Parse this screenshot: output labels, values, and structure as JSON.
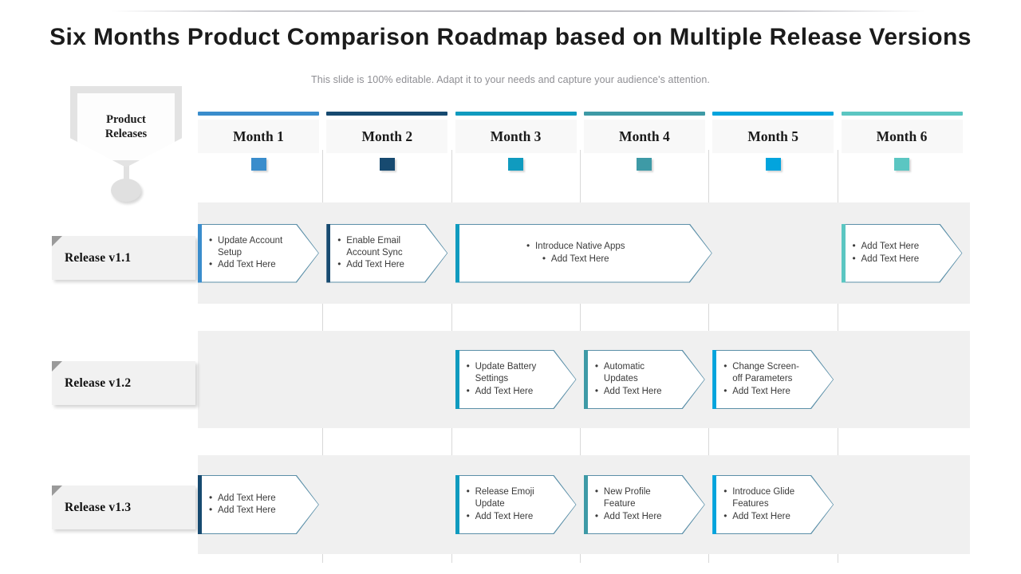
{
  "header": {
    "title": "Six Months Product Comparison Roadmap based on Multiple Release Versions",
    "subtitle": "This slide is 100% editable. Adapt it to your needs and capture your audience's attention."
  },
  "badge": {
    "line1": "Product",
    "line2": "Releases"
  },
  "colors": {
    "month1": "#3a8dcc",
    "month2": "#174a70",
    "month3": "#109bbf",
    "month4": "#3e9aa6",
    "month5": "#02a4dd",
    "month6": "#5bc6c2",
    "band": "#f0f0f0",
    "label_box": "#f1f1f1",
    "outline": "#5b8fa8"
  },
  "months": [
    {
      "label": "Month 1",
      "color": "#3a8dcc"
    },
    {
      "label": "Month 2",
      "color": "#174a70"
    },
    {
      "label": "Month 3",
      "color": "#109bbf"
    },
    {
      "label": "Month 4",
      "color": "#3e9aa6"
    },
    {
      "label": "Month 5",
      "color": "#02a4dd"
    },
    {
      "label": "Month 6",
      "color": "#5bc6c2"
    }
  ],
  "rows": [
    {
      "label": "Release v1.1",
      "items": [
        {
          "month": 1,
          "span": 1,
          "color": "#3a8dcc",
          "align": "left",
          "bullets": [
            "Update Account Setup",
            "Add Text Here"
          ]
        },
        {
          "month": 2,
          "span": 1,
          "color": "#174a70",
          "align": "left",
          "bullets": [
            "Enable Email Account Sync",
            "Add Text Here"
          ]
        },
        {
          "month": 3,
          "span": 2,
          "color": "#109bbf",
          "align": "center",
          "bullets": [
            "Introduce Native Apps",
            "Add Text Here"
          ]
        },
        {
          "month": 6,
          "span": 1,
          "color": "#5bc6c2",
          "align": "left",
          "bullets": [
            "Add Text Here",
            "Add Text Here"
          ]
        }
      ]
    },
    {
      "label": "Release v1.2",
      "items": [
        {
          "month": 3,
          "span": 1,
          "color": "#109bbf",
          "align": "left",
          "bullets": [
            "Update Battery Settings",
            "Add Text Here"
          ]
        },
        {
          "month": 4,
          "span": 1,
          "color": "#3e9aa6",
          "align": "left",
          "bullets": [
            "Automatic Updates",
            "Add Text Here"
          ]
        },
        {
          "month": 5,
          "span": 1,
          "color": "#02a4dd",
          "align": "left",
          "bullets": [
            "Change Screen-off Parameters",
            "Add Text Here"
          ]
        }
      ]
    },
    {
      "label": "Release v1.3",
      "items": [
        {
          "month": 1,
          "span": 1,
          "color": "#174a70",
          "align": "left",
          "bullets": [
            "Add Text Here",
            "Add Text Here"
          ]
        },
        {
          "month": 3,
          "span": 1,
          "color": "#109bbf",
          "align": "left",
          "bullets": [
            "Release Emoji Update",
            "Add Text Here"
          ]
        },
        {
          "month": 4,
          "span": 1,
          "color": "#3e9aa6",
          "align": "left",
          "bullets": [
            "New Profile Feature",
            "Add Text Here"
          ]
        },
        {
          "month": 5,
          "span": 1,
          "color": "#02a4dd",
          "align": "left",
          "bullets": [
            "Introduce Glide Features",
            "Add Text Here"
          ]
        }
      ]
    }
  ]
}
